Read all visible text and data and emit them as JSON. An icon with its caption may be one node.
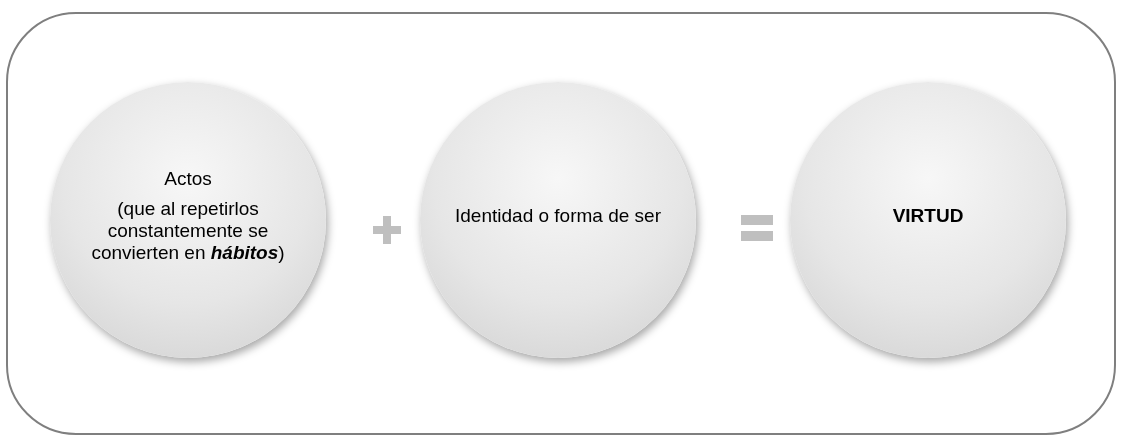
{
  "diagram": {
    "nodes": [
      {
        "text": [
          "Actos",
          "(que al repetirlos constantemente se convierten en **hábitos**)"
        ]
      },
      {
        "text": [
          "Identidad o forma de ser"
        ]
      },
      {
        "text": [
          "VIRTUD"
        ]
      }
    ]
  }
}
